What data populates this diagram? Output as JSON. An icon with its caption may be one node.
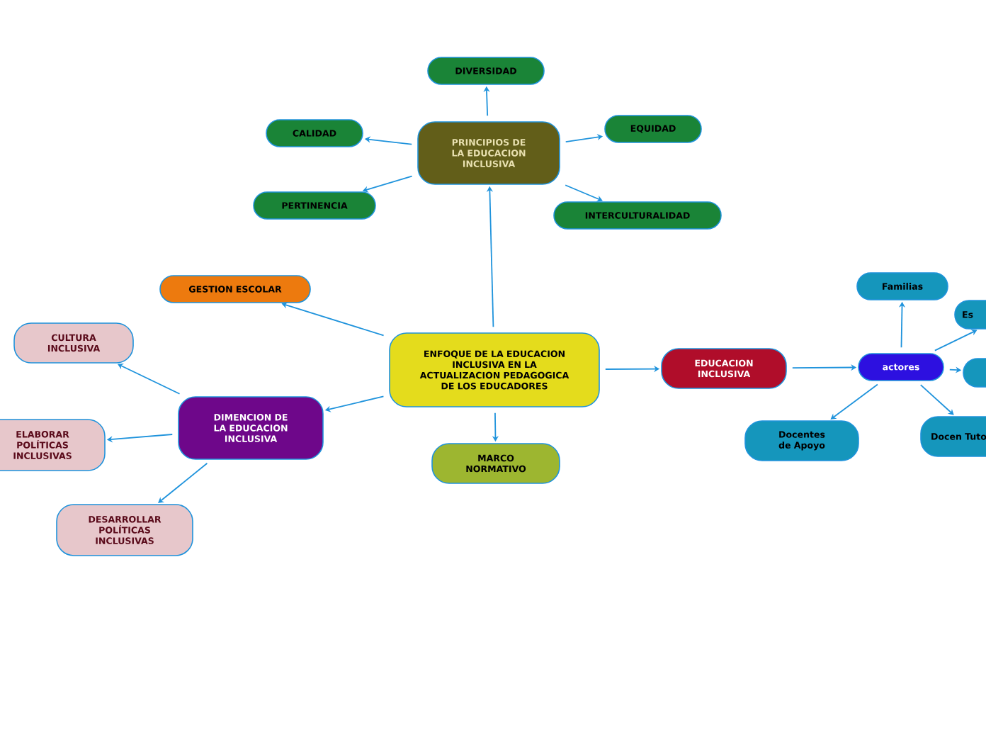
{
  "diagram": {
    "nodes": [
      {
        "text": [
          "ENFOQUE DE LA EDUCACION INCLUSIVA EN LA ACTUALIZACION PEDAGOGICA DE LOS EDUCADORES"
        ]
      },
      {
        "text": [
          "PRINCIPIOS DE LA EDUCACION INCLUSIVA"
        ]
      },
      {
        "text": [
          "DIVERSIDAD"
        ]
      },
      {
        "text": [
          "CALIDAD"
        ]
      },
      {
        "text": [
          "EQUIDAD"
        ]
      },
      {
        "text": [
          "PERTINENCIA"
        ]
      },
      {
        "text": [
          "INTERCULTURALIDAD"
        ]
      },
      {
        "text": [
          "GESTION ESCOLAR"
        ]
      },
      {
        "text": [
          "DIMENCION DE LA EDUCACION INCLUSIVA"
        ]
      },
      {
        "text": [
          "CULTURA INCLUSIVA"
        ]
      },
      {
        "text": [
          "ELABORAR POLÍTICAS INCLUSIVAS"
        ]
      },
      {
        "text": [
          "DESARROLLAR POLÍTICAS INCLUSIVAS"
        ]
      },
      {
        "text": [
          "MARCO NORMATIVO"
        ]
      },
      {
        "text": [
          "EDUCACION INCLUSIVA"
        ]
      },
      {
        "text": [
          "actores"
        ]
      },
      {
        "text": [
          "Familias"
        ]
      },
      {
        "text": [
          "Es"
        ]
      },
      {
        "text": [],
        "shape": "box"
      },
      {
        "text": [
          "Docentes de Apoyo"
        ]
      },
      {
        "text": [
          "Docen Tuto"
        ]
      }
    ],
    "edges": [
      {
        "from": 0,
        "to": 1,
        "arrow": "to"
      },
      {
        "from": 1,
        "to": 2,
        "arrow": "to"
      },
      {
        "from": 1,
        "to": 3,
        "arrow": "to"
      },
      {
        "from": 1,
        "to": 4,
        "arrow": "to"
      },
      {
        "from": 1,
        "to": 5,
        "arrow": "to"
      },
      {
        "from": 1,
        "to": 6,
        "arrow": "to"
      },
      {
        "from": 0,
        "to": 7,
        "arrow": "to"
      },
      {
        "from": 0,
        "to": 8,
        "arrow": "to"
      },
      {
        "from": 8,
        "to": 9,
        "arrow": "to"
      },
      {
        "from": 8,
        "to": 10,
        "arrow": "to"
      },
      {
        "from": 8,
        "to": 11,
        "arrow": "to"
      },
      {
        "from": 0,
        "to": 12,
        "arrow": "to"
      },
      {
        "from": 0,
        "to": 13,
        "arrow": "to"
      },
      {
        "from": 13,
        "to": 14,
        "arrow": "to"
      },
      {
        "from": 14,
        "to": 15,
        "arrow": "to"
      },
      {
        "from": 14,
        "to": 16,
        "arrow": "to"
      },
      {
        "from": 14,
        "to": 17,
        "arrow": "to"
      },
      {
        "from": 14,
        "to": 18,
        "arrow": "to"
      },
      {
        "from": 14,
        "to": 19,
        "arrow": "to"
      }
    ]
  }
}
